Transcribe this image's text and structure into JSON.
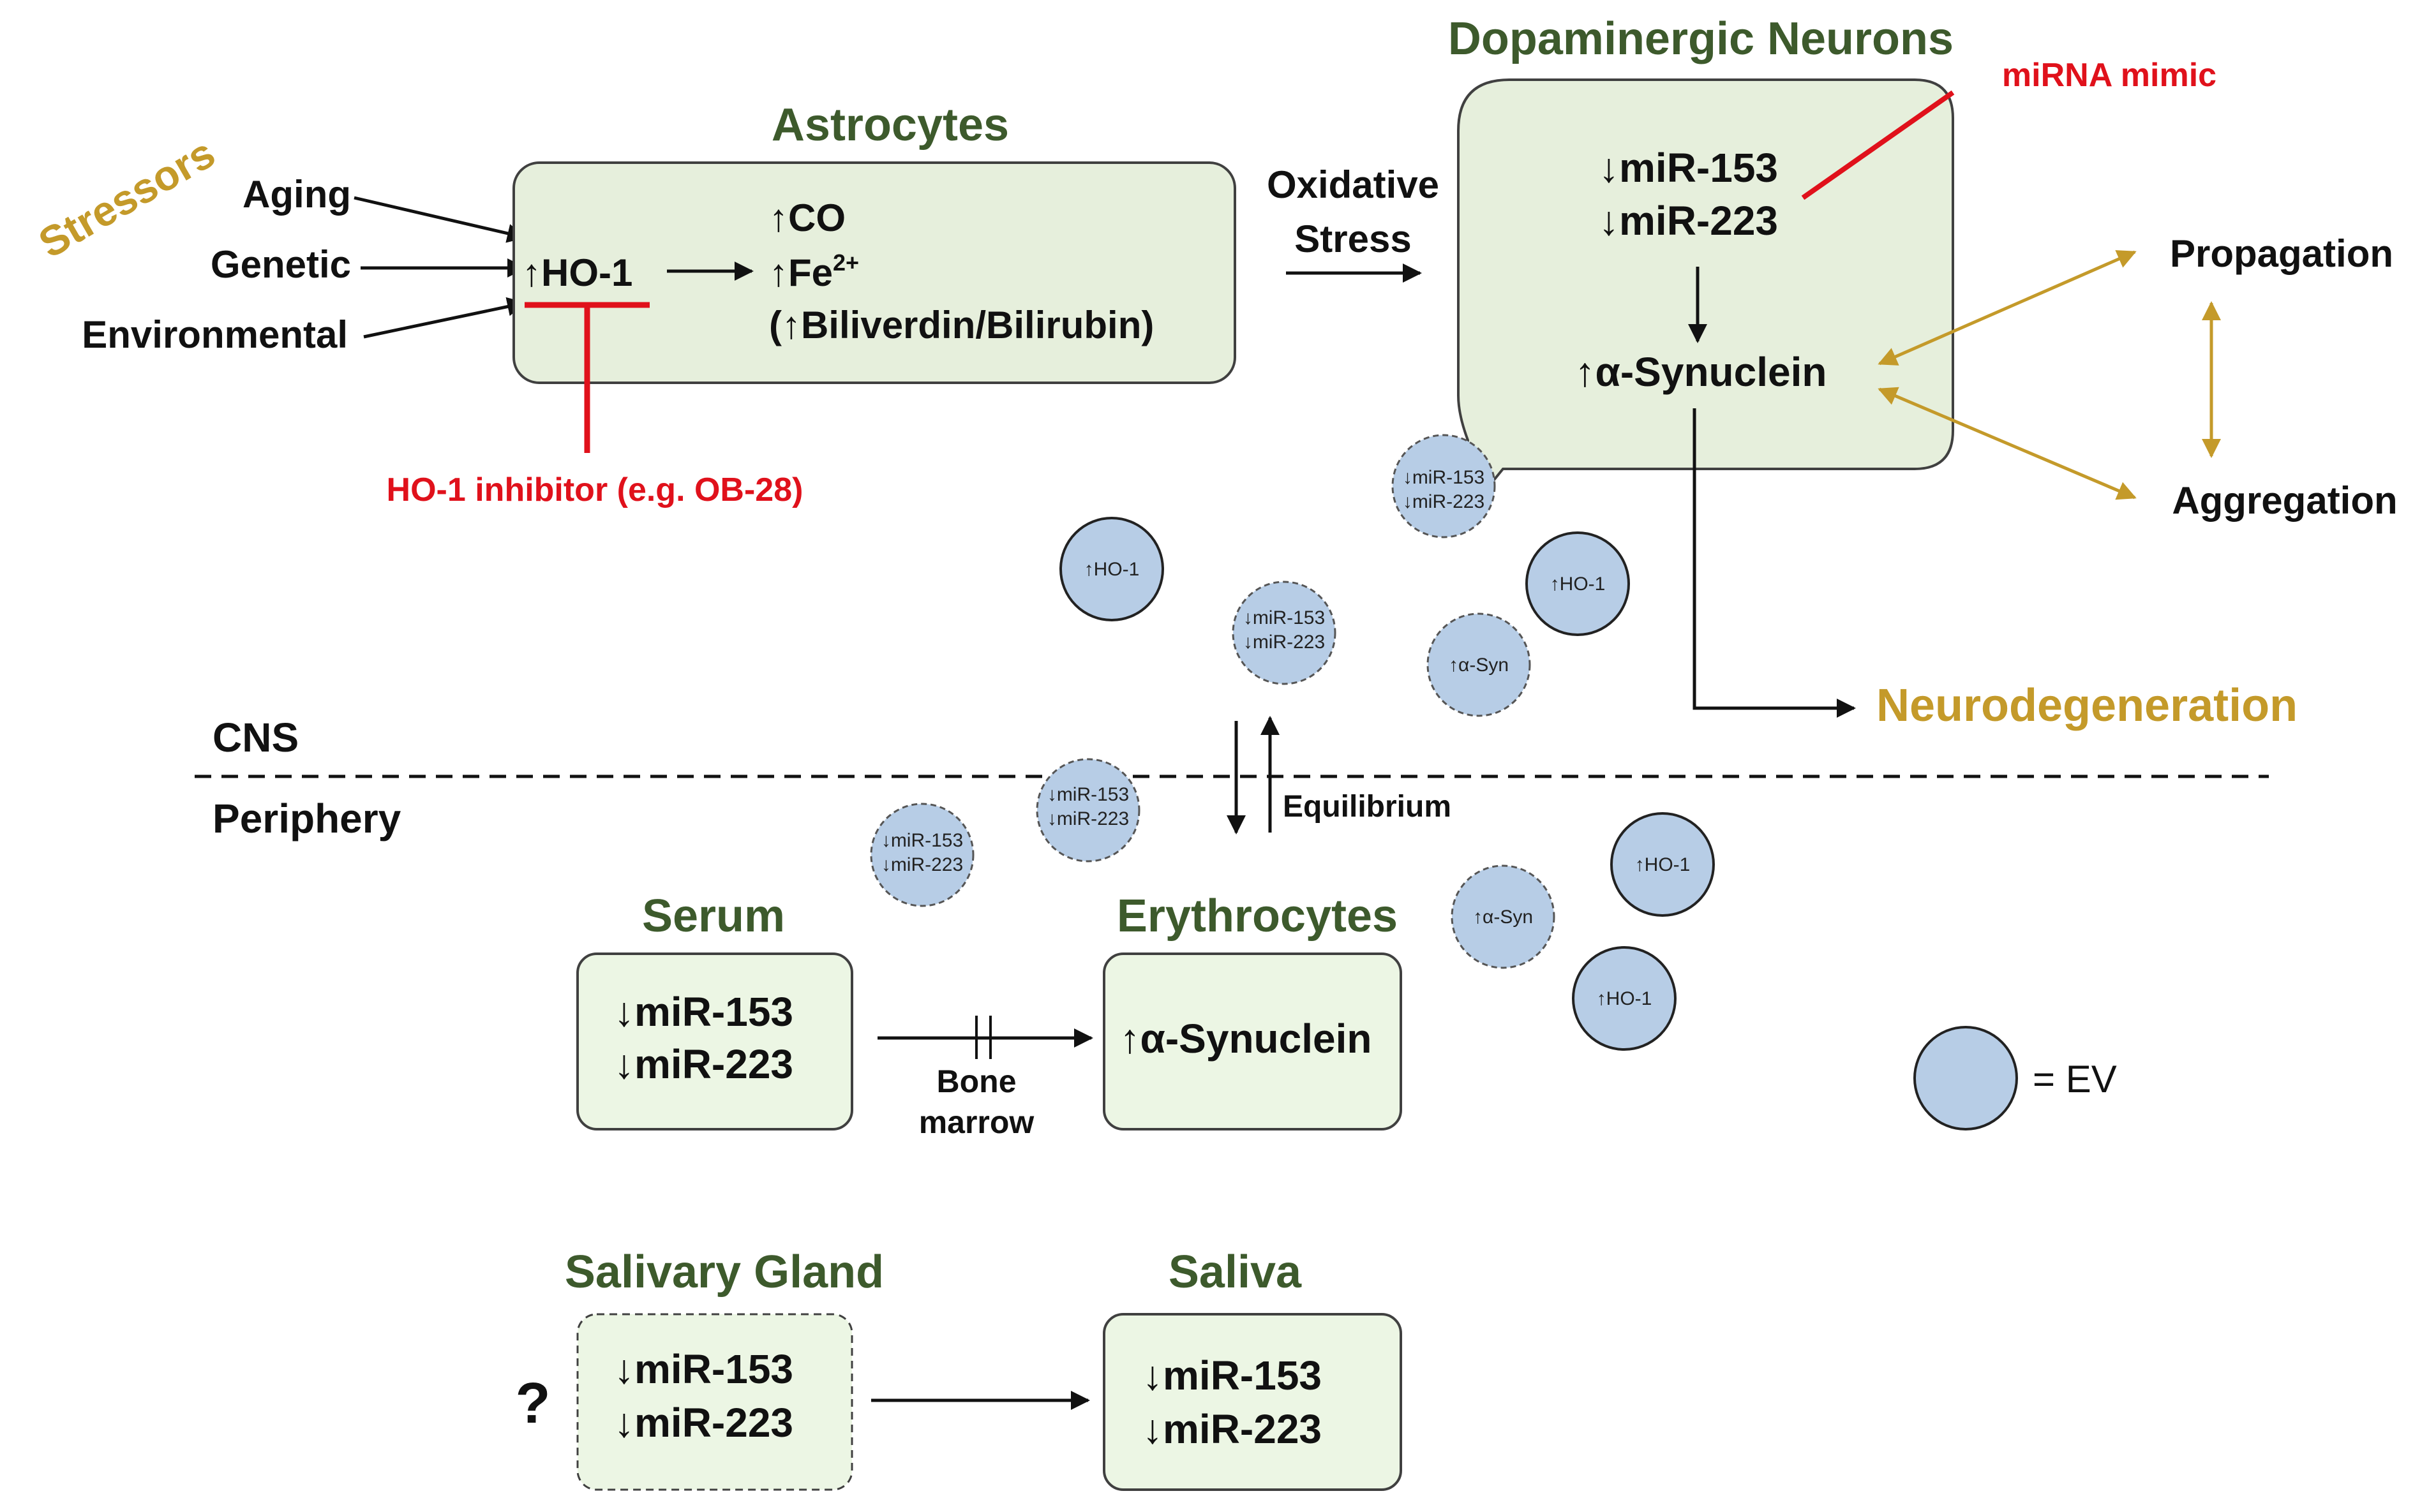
{
  "colors": {
    "box_fill": "#e6efdc",
    "box_fill_light": "#ecf6e4",
    "box_stroke": "#404040",
    "title_green": "#3d5a2c",
    "gold": "#c49a2a",
    "red": "#e0111b",
    "ev_fill": "#b7cde6",
    "text": "#111111"
  },
  "stressors": {
    "title": "Stressors",
    "items": [
      "Aging",
      "Genetic",
      "Environmental"
    ]
  },
  "astrocytes": {
    "title": "Astrocytes",
    "ho1": "↑HO-1",
    "co": "↑CO",
    "fe": "↑Fe",
    "fe_sup": "2+",
    "biliverdin": "(↑Biliverdin/Bilirubin)"
  },
  "inhibitor": "HO-1 inhibitor (e.g. OB-28)",
  "oxidative_stress": [
    "Oxidative",
    "Stress"
  ],
  "neurons": {
    "title": "Dopaminergic Neurons",
    "mir153": "↓miR-153",
    "mir223": "↓miR-223",
    "synuclein": "↑α-Synuclein"
  },
  "mimic": "miRNA mimic",
  "outcomes": {
    "propagation": "Propagation",
    "aggregation": "Aggregation",
    "neurodegeneration": "Neurodegeneration"
  },
  "regions": {
    "cns": "CNS",
    "periphery": "Periphery",
    "equilibrium": "Equilibrium"
  },
  "ev_labels": {
    "mir153": "↓miR-153",
    "mir223": "↓miR-223",
    "ho1": "↑HO-1",
    "asyn": "↑α-Syn"
  },
  "serum": {
    "title": "Serum",
    "mir153": "↓miR-153",
    "mir223": "↓miR-223"
  },
  "bone_marrow": [
    "Bone",
    "marrow"
  ],
  "erythrocytes": {
    "title": "Erythrocytes",
    "synuclein": "↑α-Synuclein"
  },
  "legend": {
    "ev": "= EV"
  },
  "salivary": {
    "title": "Salivary Gland",
    "question": "?",
    "mir153": "↓miR-153",
    "mir223": "↓miR-223"
  },
  "saliva": {
    "title": "Saliva",
    "mir153": "↓miR-153",
    "mir223": "↓miR-223"
  }
}
